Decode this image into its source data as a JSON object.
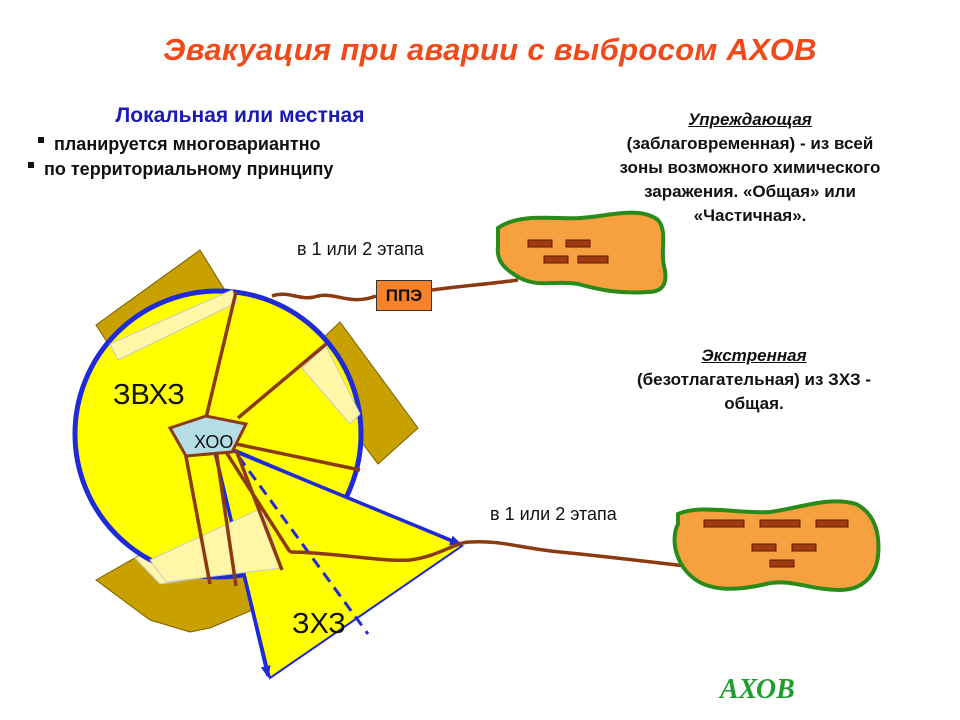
{
  "title": "Эвакуация при аварии с выбросом АХОВ",
  "local": {
    "heading": "Локальная или местная",
    "bullets": [
      "планируется многовариантно",
      "по территориальному принципу"
    ]
  },
  "advance": {
    "heading": "Упреждающая",
    "lines": [
      "(заблаговременная) - из всей",
      "зоны возможного химического",
      "заражения. «Общая» или",
      "«Частичная»."
    ]
  },
  "emergency": {
    "heading": "Экстренная",
    "lines": [
      "(безотлагательная) из ЗХЗ -",
      "общая."
    ]
  },
  "diagram": {
    "stage_label_upper": "в 1 или 2 этапа",
    "stage_label_lower": "в 1 или 2 этапа",
    "ppe_label": "ППЭ",
    "zvhz_label": "ЗВХЗ",
    "zhz_label": "ЗХЗ",
    "hoo_label": "ХОО"
  },
  "footer": "АХОВ",
  "colors": {
    "title": "#f04a1a",
    "local_heading": "#1a1ab4",
    "zone_fill": "#ffff00",
    "zone_border": "#1f2ad8",
    "buildings": "#c8a000",
    "routes": "#8b3a12",
    "safe_area_fill": "#f7a040",
    "safe_area_border": "#2a8a1a",
    "ppe_fill": "#f7822a",
    "hoo_fill": "#b5dde6",
    "footer": "#1f9e2f"
  },
  "icons": [
    "pentagon-hoo-icon",
    "brick-house-icon",
    "arrow-icon"
  ]
}
